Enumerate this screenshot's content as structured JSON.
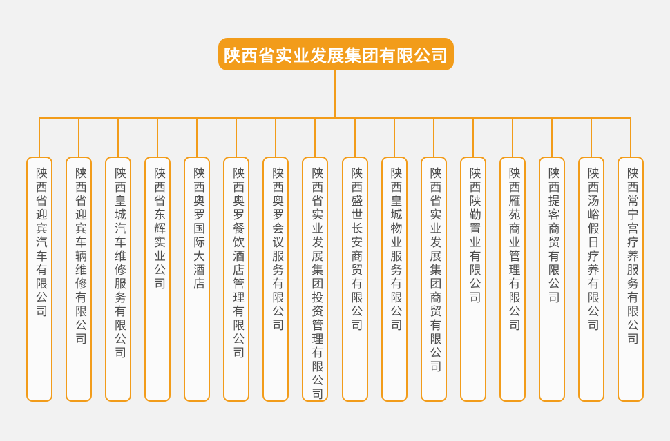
{
  "colors": {
    "accent_orange": "#F29C1A",
    "page_background": "#F2F2F2",
    "child_box_fill": "#FBFBFB",
    "child_text": "#4D4D4D",
    "root_text": "#FFFFFF"
  },
  "org_chart": {
    "root": {
      "label": "陕西省实业发展集团有限公司"
    },
    "children": [
      {
        "label": "陕西省迎宾汽车有限公司"
      },
      {
        "label": "陕西省迎宾车辆维修有限公司"
      },
      {
        "label": "陕西皇城汽车维修服务有限公司"
      },
      {
        "label": "陕西省东辉实业公司"
      },
      {
        "label": "陕西奥罗国际大酒店"
      },
      {
        "label": "陕西奥罗餐饮酒店管理有限公司"
      },
      {
        "label": "陕西奥罗会议服务有限公司"
      },
      {
        "label": "陕西省实业发展集团投资管理有限公司"
      },
      {
        "label": "陕西盛世长安商贸有限公司"
      },
      {
        "label": "陕西皇城物业服务有限公司"
      },
      {
        "label": "陕西省实业发展集团商贸有限公司"
      },
      {
        "label": "陕西陕勤置业有限公司"
      },
      {
        "label": "陕西雁苑商业管理有限公司"
      },
      {
        "label": "陕西提客商贸有限公司"
      },
      {
        "label": "陕西汤峪假日疗养有限公司"
      },
      {
        "label": "陕西常宁宫疗养服务有限公司"
      }
    ]
  }
}
